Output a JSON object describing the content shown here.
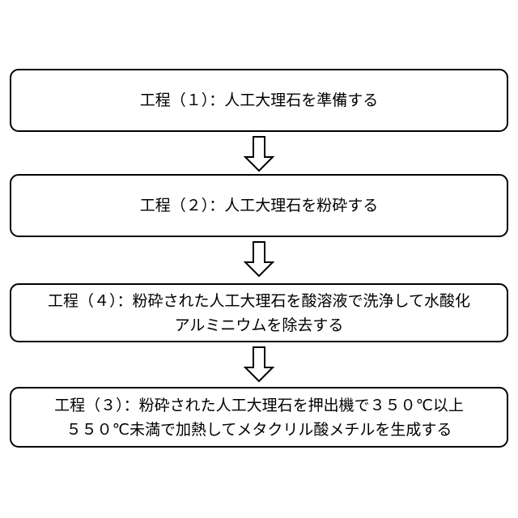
{
  "diagram": {
    "title": "",
    "background_color": "#ffffff",
    "line_color": "#000000",
    "box_fill_color": "#ffffff",
    "steps": [
      {
        "id": "step-1",
        "label": "工程（１）：人工大理石を準備する"
      },
      {
        "id": "step-2",
        "label": "工程（２）：人工大理石を粉砕する"
      },
      {
        "id": "step-4",
        "label": "工程（４）：粉砕された人工大理石を酸溶液で洗浄して水酸化\nアルミニウムを除去する"
      },
      {
        "id": "step-3",
        "label": "工程（３）：粉砕された人工大理石を押出機で３５０℃以上\n５５０℃未満で加熱してメタクリル酸メチルを生成する"
      }
    ],
    "connectors": [
      {
        "id": "connector-1",
        "icon": "arrow-down-icon",
        "from": "step-1",
        "to": "step-2"
      },
      {
        "id": "connector-2",
        "icon": "arrow-down-icon",
        "from": "step-2",
        "to": "step-4"
      },
      {
        "id": "connector-3",
        "icon": "arrow-down-icon",
        "from": "step-4",
        "to": "step-3"
      }
    ]
  }
}
